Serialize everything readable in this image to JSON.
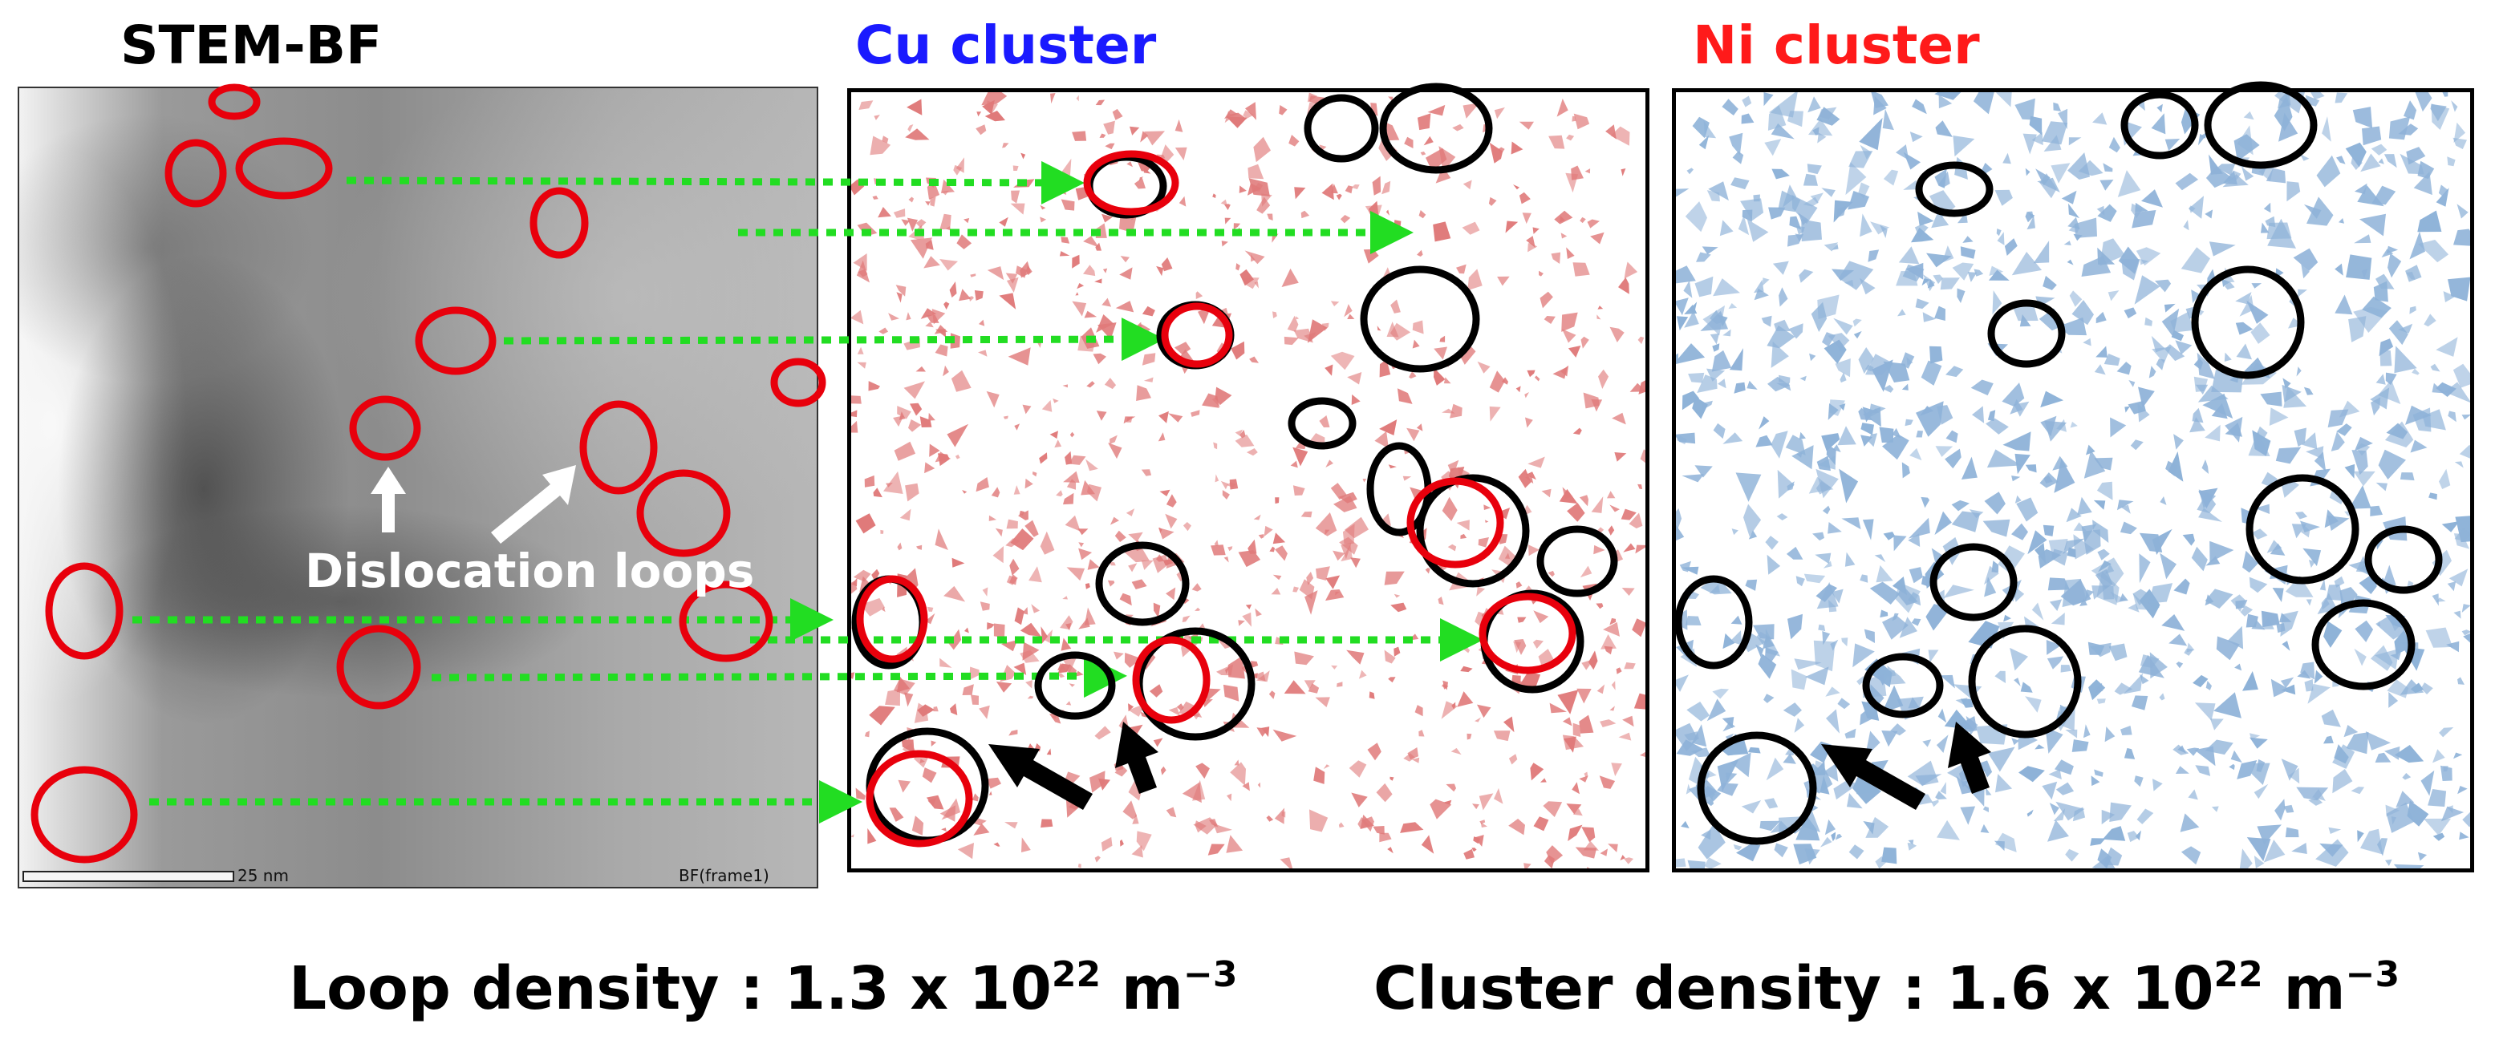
{
  "panels": {
    "stem": {
      "title": "STEM-BF",
      "scale_label": "25 nm",
      "frame_label": "BF(frame1)",
      "annotation": "Dislocation loops"
    },
    "cu": {
      "title": "Cu cluster",
      "title_color": "#1a1aff",
      "particle_color": "#e07a7a"
    },
    "ni": {
      "title": "Ni cluster",
      "title_color": "#ff1a1a",
      "particle_color": "#8eb2d8"
    }
  },
  "colors": {
    "loop_circle": "#e8000c",
    "cluster_circle": "#000000",
    "guide_arrow": "#22dd22",
    "annotation_arrow": "#ffffff"
  },
  "bottom": {
    "loop_density": {
      "label": "Loop density",
      "separator": " : ",
      "mantissa": "1.3 x 10",
      "exponent": "22",
      "unit": " m",
      "unit_exponent": "−3"
    },
    "cluster_density": {
      "label": "Cluster density",
      "separator": " : ",
      "mantissa": "1.6 x 10",
      "exponent": "22",
      "unit": " m",
      "unit_exponent": "−3"
    }
  }
}
